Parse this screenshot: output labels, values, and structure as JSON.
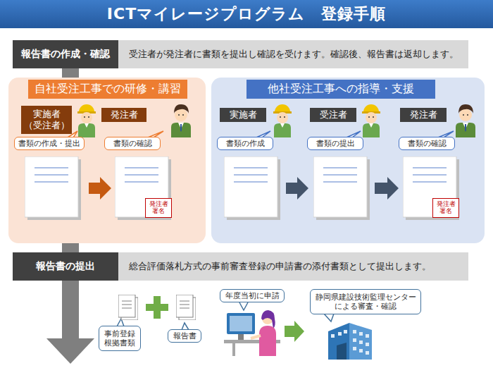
{
  "diagram": {
    "title": "ICTマイレージプログラム　登録手順",
    "nodes": [
      {
        "text": [
          "報告書の作成・確認",
          "受注者が発注者に書類を提出し確認を受けます。確認後、報告書は返却します。"
        ]
      },
      {
        "text": [
          "自社受注工事での研修・講習"
        ]
      },
      {
        "text": [
          "実施者 （受注者）"
        ],
        "in": 1
      },
      {
        "text": [
          "書類の作成・提出"
        ],
        "in": 1
      },
      {
        "text": [
          "発注者"
        ],
        "in": 1
      },
      {
        "text": [
          "書類の確認"
        ],
        "in": 1
      },
      {
        "text": [
          "発注者 署名"
        ],
        "in": 1
      },
      {
        "text": [
          "他社受注工事への指導・支援"
        ]
      },
      {
        "text": [
          "実施者"
        ],
        "in": 7
      },
      {
        "text": [
          "書類の作成"
        ],
        "in": 7
      },
      {
        "text": [
          "受注者"
        ],
        "in": 7
      },
      {
        "text": [
          "書類の提出"
        ],
        "in": 7
      },
      {
        "text": [
          "発注者"
        ],
        "in": 7
      },
      {
        "text": [
          "書類の確認"
        ],
        "in": 7
      },
      {
        "text": [
          "発注者 署名"
        ],
        "in": 7
      },
      {
        "text": [
          "報告書の提出",
          "総合評価落札方式の事前審査登録の申請書の添付書類として提出します。"
        ]
      },
      {
        "text": [
          "事前登録 根拠書類"
        ]
      },
      {
        "text": [
          "報告書"
        ]
      },
      {
        "text": [
          "年度当初に申請"
        ]
      },
      {
        "text": [
          "静岡県建設技術監理センター による審査・確認"
        ]
      }
    ]
  }
}
